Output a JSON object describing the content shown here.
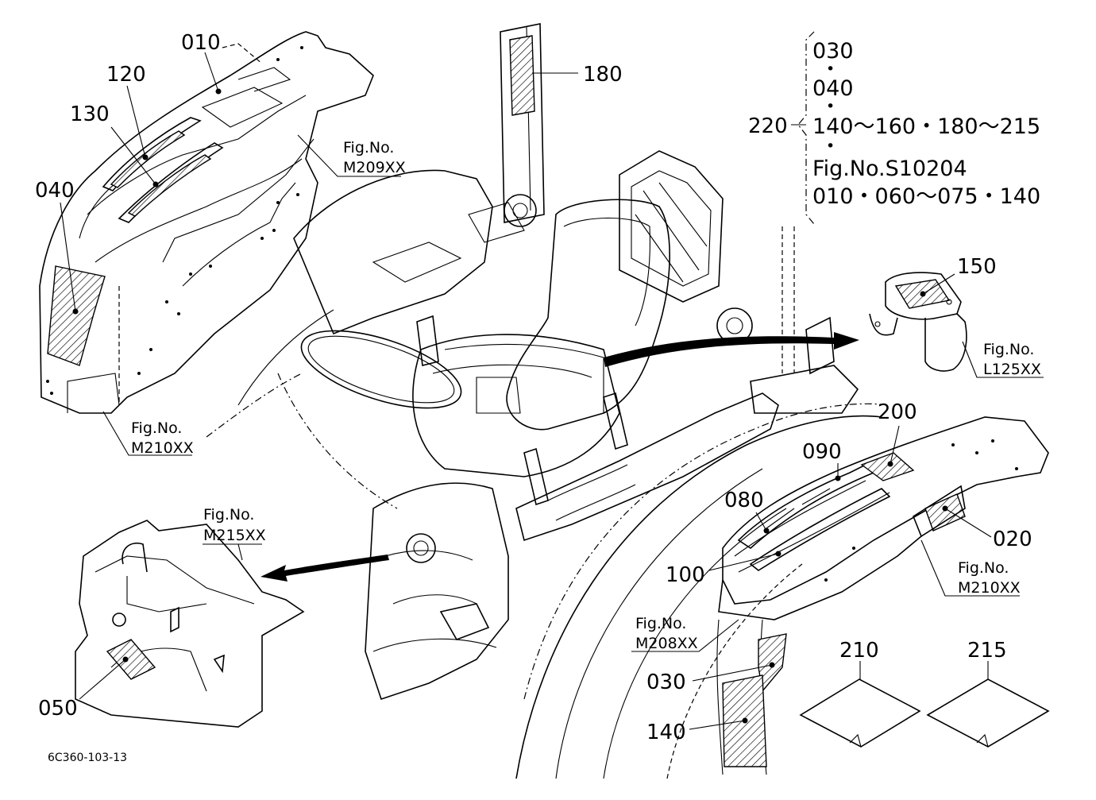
{
  "diagram": {
    "callouts": {
      "c010": "010",
      "c120": "120",
      "c130": "130",
      "c040": "040",
      "c180": "180",
      "c220": "220",
      "c150": "150",
      "c200": "200",
      "c090": "090",
      "c080": "080",
      "c020": "020",
      "c100": "100",
      "c030": "030",
      "c140": "140",
      "c210": "210",
      "c215": "215",
      "c050": "050"
    },
    "fig_refs": {
      "m209": {
        "label": "Fig.No.",
        "code": "M209XX"
      },
      "m210_left": {
        "label": "Fig.No.",
        "code": "M210XX"
      },
      "m215": {
        "label": "Fig.No.",
        "code": "M215XX"
      },
      "l125": {
        "label": "Fig.No.",
        "code": "L125XX"
      },
      "m210_right": {
        "label": "Fig.No.",
        "code": "M210XX"
      },
      "m208": {
        "label": "Fig.No.",
        "code": "M208XX"
      }
    },
    "legend": {
      "line1": "030",
      "line2": "040",
      "line3": "140～160・180～215",
      "line4": "Fig.No.S10204",
      "line5": "010・060～075・140",
      "bullet": "•"
    },
    "drawing_code": "6C360-103-13"
  }
}
